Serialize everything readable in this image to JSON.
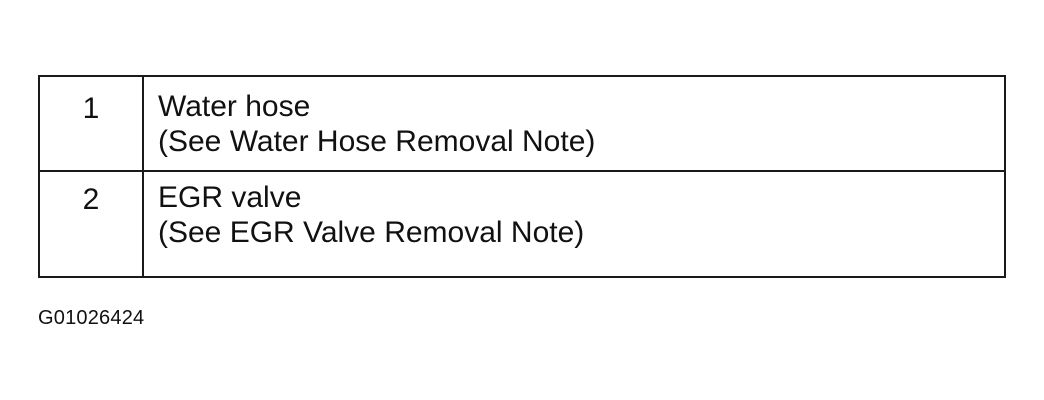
{
  "parts": [
    {
      "number": "1",
      "name": "Water hose",
      "note": "(See  Water Hose Removal Note)"
    },
    {
      "number": "2",
      "name": "EGR valve",
      "note": "(See  EGR Valve Removal Note)"
    }
  ],
  "figure_id": "G01026424"
}
